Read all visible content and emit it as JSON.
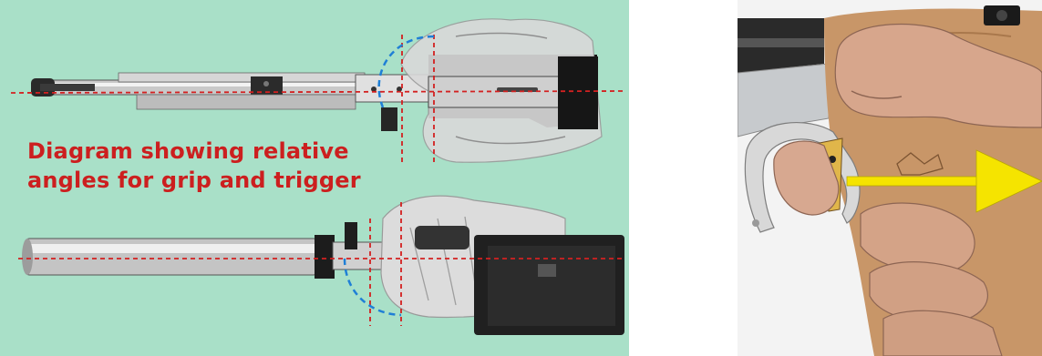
{
  "diagram": {
    "caption_line1": "Diagram showing relative",
    "caption_line2": "angles for grip and trigger",
    "colors": {
      "background": "#a9e0c8",
      "caption": "#cc1f1f",
      "guide_lines": "#d32020",
      "arc": "#1f7fd6"
    }
  },
  "photo": {
    "colors": {
      "arrow": "#f5e400",
      "wood_grip": "#c89668",
      "trigger_guard": "#d8d8d8"
    },
    "icons": [
      "trigger-direction-arrow"
    ]
  }
}
